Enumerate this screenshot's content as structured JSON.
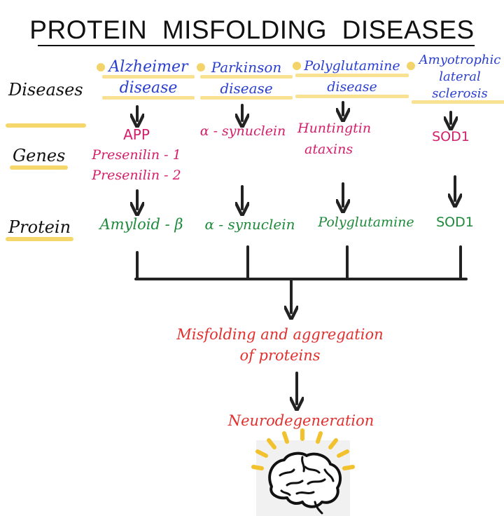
{
  "title": "PROTEIN  MISFOLDING  DISEASES",
  "row_labels": {
    "diseases": "Diseases",
    "genes": "Genes",
    "protein": "Protein"
  },
  "columns": [
    {
      "disease_line1": "Alzheimer",
      "disease_line2": "disease",
      "genes": [
        "APP",
        "Presenilin - 1",
        "Presenilin - 2"
      ],
      "protein": "Amyloid - β"
    },
    {
      "disease_line1": "Parkinson",
      "disease_line2": "disease",
      "genes": [
        "α - synuclein"
      ],
      "protein": "α - synuclein"
    },
    {
      "disease_line1": "Polyglutamine",
      "disease_line2": "disease",
      "genes": [
        "Huntingtin",
        "ataxins"
      ],
      "protein": "Polyglutamine"
    },
    {
      "disease_line1": "Amyotrophic",
      "disease_line2": "lateral",
      "disease_line3": "sclerosis",
      "genes": [
        "SOD1"
      ],
      "protein": "SOD1"
    }
  ],
  "outcome": {
    "step1_line1": "Misfolding  and  aggregation",
    "step1_line2": "of  proteins",
    "step2": "Neurodegeneration"
  },
  "colors": {
    "disease": "#2a3fcf",
    "gene": "#d41e6b",
    "protein": "#1f8a3c",
    "outcome": "#e1302e",
    "highlight": "#f6d76b",
    "arrow": "#222222"
  },
  "icons": [
    "brain-icon"
  ]
}
